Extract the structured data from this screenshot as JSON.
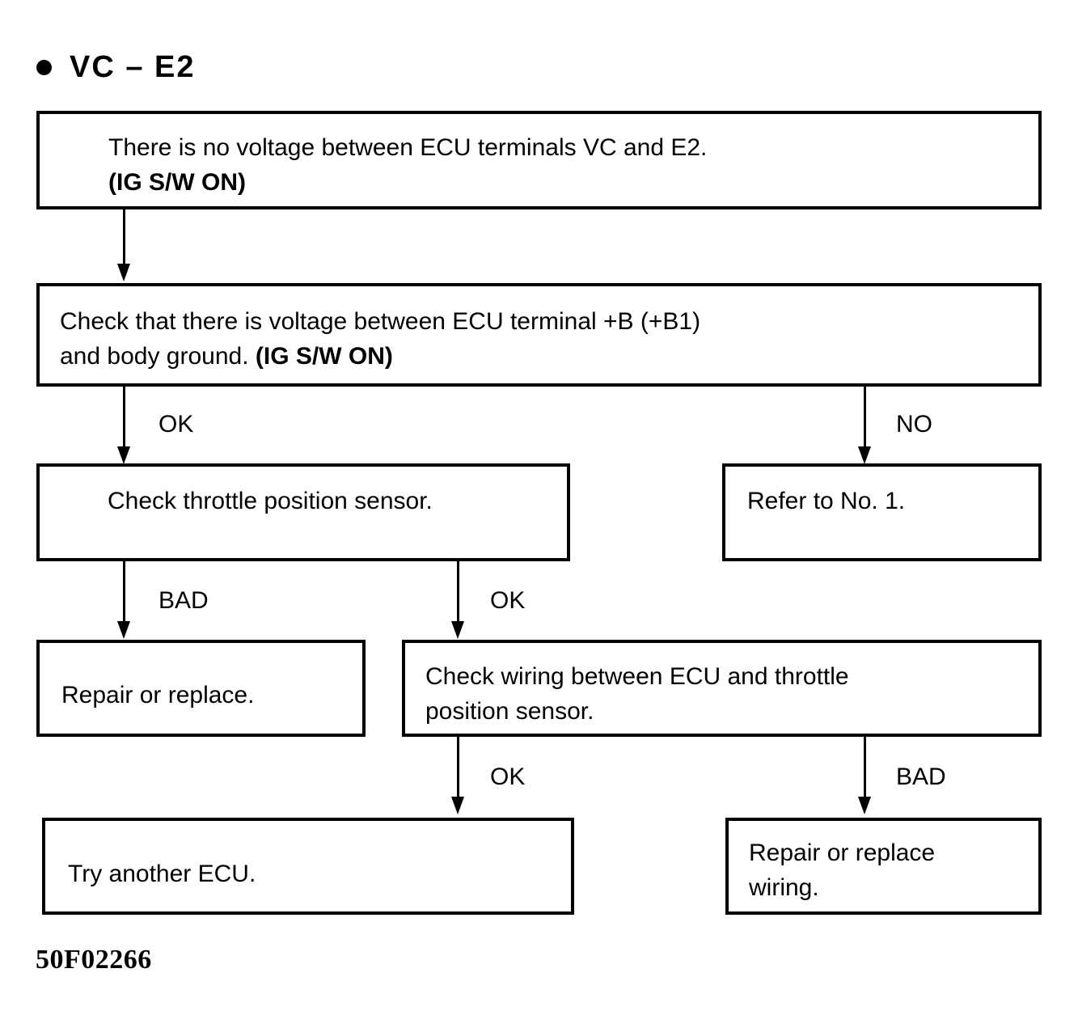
{
  "page": {
    "title_bullet": "●",
    "title": "VC – E2",
    "footer_code": "50F02266",
    "ink_color": "#000000",
    "background_color": "#ffffff"
  },
  "flowchart": {
    "type": "troubleshooting-flowchart",
    "nodes": [
      {
        "id": "symptom",
        "line1": "There is no voltage between ECU terminals VC and E2.",
        "line2": "(IG S/W ON)",
        "line2_bold": true
      },
      {
        "id": "check-b-voltage",
        "line1": "Check that there is voltage between ECU terminal +B (+B1)",
        "line2_plain": "and body ground. ",
        "line2_bold_part": "(IG S/W ON)"
      },
      {
        "id": "check-tps",
        "line1": "Check throttle position sensor."
      },
      {
        "id": "refer-no-1",
        "line1": "Refer to No. 1."
      },
      {
        "id": "repair-or-replace",
        "line1": "Repair or replace."
      },
      {
        "id": "check-wiring",
        "line1": "Check wiring between ECU and throttle",
        "line2": "position sensor."
      },
      {
        "id": "try-another-ecu",
        "line1": "Try another ECU."
      },
      {
        "id": "repair-wiring",
        "line1": "Repair or replace",
        "line2": "wiring."
      }
    ],
    "edges": [
      {
        "id": "symptom-to-check-b",
        "label": ""
      },
      {
        "id": "check-b-ok",
        "label": "OK"
      },
      {
        "id": "check-b-no",
        "label": "NO"
      },
      {
        "id": "tps-bad",
        "label": "BAD"
      },
      {
        "id": "tps-ok",
        "label": "OK"
      },
      {
        "id": "wiring-ok",
        "label": "OK"
      },
      {
        "id": "wiring-bad",
        "label": "BAD"
      }
    ]
  }
}
